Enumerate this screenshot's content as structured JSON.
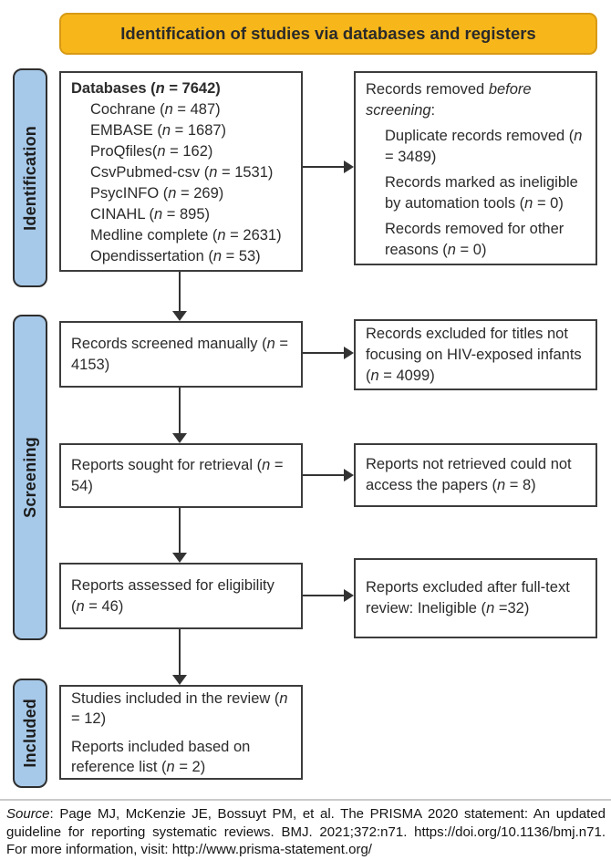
{
  "colors": {
    "banner_fill": "#F7B71B",
    "banner_border": "#D79A15",
    "stage_fill": "#A7C9E9",
    "stage_border": "#2E2E2E",
    "box_border": "#3C3C3C",
    "arrow": "#333333",
    "divider": "#CACACA",
    "text": "#262626"
  },
  "banner": {
    "text": "Identification of studies via databases and registers"
  },
  "stages": [
    {
      "label": "Identification"
    },
    {
      "label": "Screening"
    },
    {
      "label": "Included"
    }
  ],
  "boxes": {
    "databases": {
      "paras": [
        {
          "seg": [
            {
              "t": "Databases (",
              "b": 1
            },
            {
              "t": "n",
              "b": 1,
              "i": 1
            },
            {
              "t": " = 7642)",
              "b": 1
            }
          ]
        },
        {
          "ind": 1,
          "seg": [
            {
              "t": "Cochrane ("
            },
            {
              "t": "n",
              "i": 1
            },
            {
              "t": " = 487)"
            }
          ]
        },
        {
          "ind": 1,
          "seg": [
            {
              "t": "EMBASE ("
            },
            {
              "t": "n",
              "i": 1
            },
            {
              "t": " = 1687)"
            }
          ]
        },
        {
          "ind": 1,
          "seg": [
            {
              "t": "ProQfiles("
            },
            {
              "t": "n",
              "i": 1
            },
            {
              "t": " = 162)"
            }
          ]
        },
        {
          "ind": 1,
          "seg": [
            {
              "t": "CsvPubmed-csv ("
            },
            {
              "t": "n",
              "i": 1
            },
            {
              "t": " = 1531)"
            }
          ]
        },
        {
          "ind": 1,
          "seg": [
            {
              "t": "PsycINFO ("
            },
            {
              "t": "n",
              "i": 1
            },
            {
              "t": " = 269)"
            }
          ]
        },
        {
          "ind": 1,
          "seg": [
            {
              "t": "CINAHL ("
            },
            {
              "t": "n",
              "i": 1
            },
            {
              "t": " = 895)"
            }
          ]
        },
        {
          "ind": 1,
          "seg": [
            {
              "t": "Medline complete ("
            },
            {
              "t": "n",
              "i": 1
            },
            {
              "t": " = 2631)"
            }
          ]
        },
        {
          "ind": 1,
          "seg": [
            {
              "t": "Opendissertation ("
            },
            {
              "t": "n",
              "i": 1
            },
            {
              "t": " = 53)"
            }
          ]
        }
      ]
    },
    "removed": {
      "paras": [
        {
          "seg": [
            {
              "t": "Records removed "
            },
            {
              "t": "before screening",
              "i": 1
            },
            {
              "t": ":"
            }
          ]
        },
        {
          "ind": 1,
          "seg": [
            {
              "t": "Duplicate records removed ("
            },
            {
              "t": "n",
              "i": 1
            },
            {
              "t": " = 3489)"
            }
          ]
        },
        {
          "ind": 1,
          "seg": [
            {
              "t": "Records marked as ineligible by automation tools ("
            },
            {
              "t": "n",
              "i": 1
            },
            {
              "t": " = 0)"
            }
          ]
        },
        {
          "ind": 1,
          "seg": [
            {
              "t": "Records removed for other reasons ("
            },
            {
              "t": "n",
              "i": 1
            },
            {
              "t": " = 0)"
            }
          ]
        }
      ]
    },
    "screened": {
      "paras": [
        {
          "seg": [
            {
              "t": "Records screened manually ("
            },
            {
              "t": "n",
              "i": 1
            },
            {
              "t": " = 4153)"
            }
          ]
        }
      ]
    },
    "excluded_titles": {
      "paras": [
        {
          "seg": [
            {
              "t": "Records excluded for titles not focusing on HIV-exposed infants ("
            },
            {
              "t": "n",
              "i": 1
            },
            {
              "t": " = 4099)"
            }
          ]
        }
      ]
    },
    "sought": {
      "paras": [
        {
          "seg": [
            {
              "t": "Reports sought for retrieval ("
            },
            {
              "t": "n",
              "i": 1
            },
            {
              "t": " = 54)"
            }
          ]
        }
      ]
    },
    "not_retrieved": {
      "paras": [
        {
          "seg": [
            {
              "t": "Reports not retrieved could not access the papers ("
            },
            {
              "t": "n",
              "i": 1
            },
            {
              "t": " = 8)"
            }
          ]
        }
      ]
    },
    "assessed": {
      "paras": [
        {
          "seg": [
            {
              "t": "Reports assessed for eligibility ("
            },
            {
              "t": "n",
              "i": 1
            },
            {
              "t": " = 46)"
            }
          ]
        }
      ]
    },
    "excluded_fulltext": {
      "paras": [
        {
          "seg": [
            {
              "t": "Reports excluded after full-text review: Ineligible ("
            },
            {
              "t": "n",
              "i": 1
            },
            {
              "t": " =32)"
            }
          ]
        }
      ]
    },
    "included": {
      "paras": [
        {
          "seg": [
            {
              "t": "Studies included in the review ("
            },
            {
              "t": "n",
              "i": 1
            },
            {
              "t": " = 12)"
            }
          ]
        },
        {
          "seg": [
            {
              "t": "Reports included based on reference list ("
            },
            {
              "t": "n",
              "i": 1
            },
            {
              "t": " = 2)"
            }
          ]
        }
      ]
    }
  },
  "footer": {
    "seg": [
      {
        "t": "Source",
        "i": 1
      },
      {
        "t": ": Page MJ, McKenzie JE, Bossuyt PM, et al. The PRISMA 2020 statement: An updated guideline for reporting systematic reviews. BMJ. 2021;372:n71. https://doi.org/10.1136/bmj.n71. For more information, visit: http://www.prisma-statement.org/"
      }
    ]
  }
}
